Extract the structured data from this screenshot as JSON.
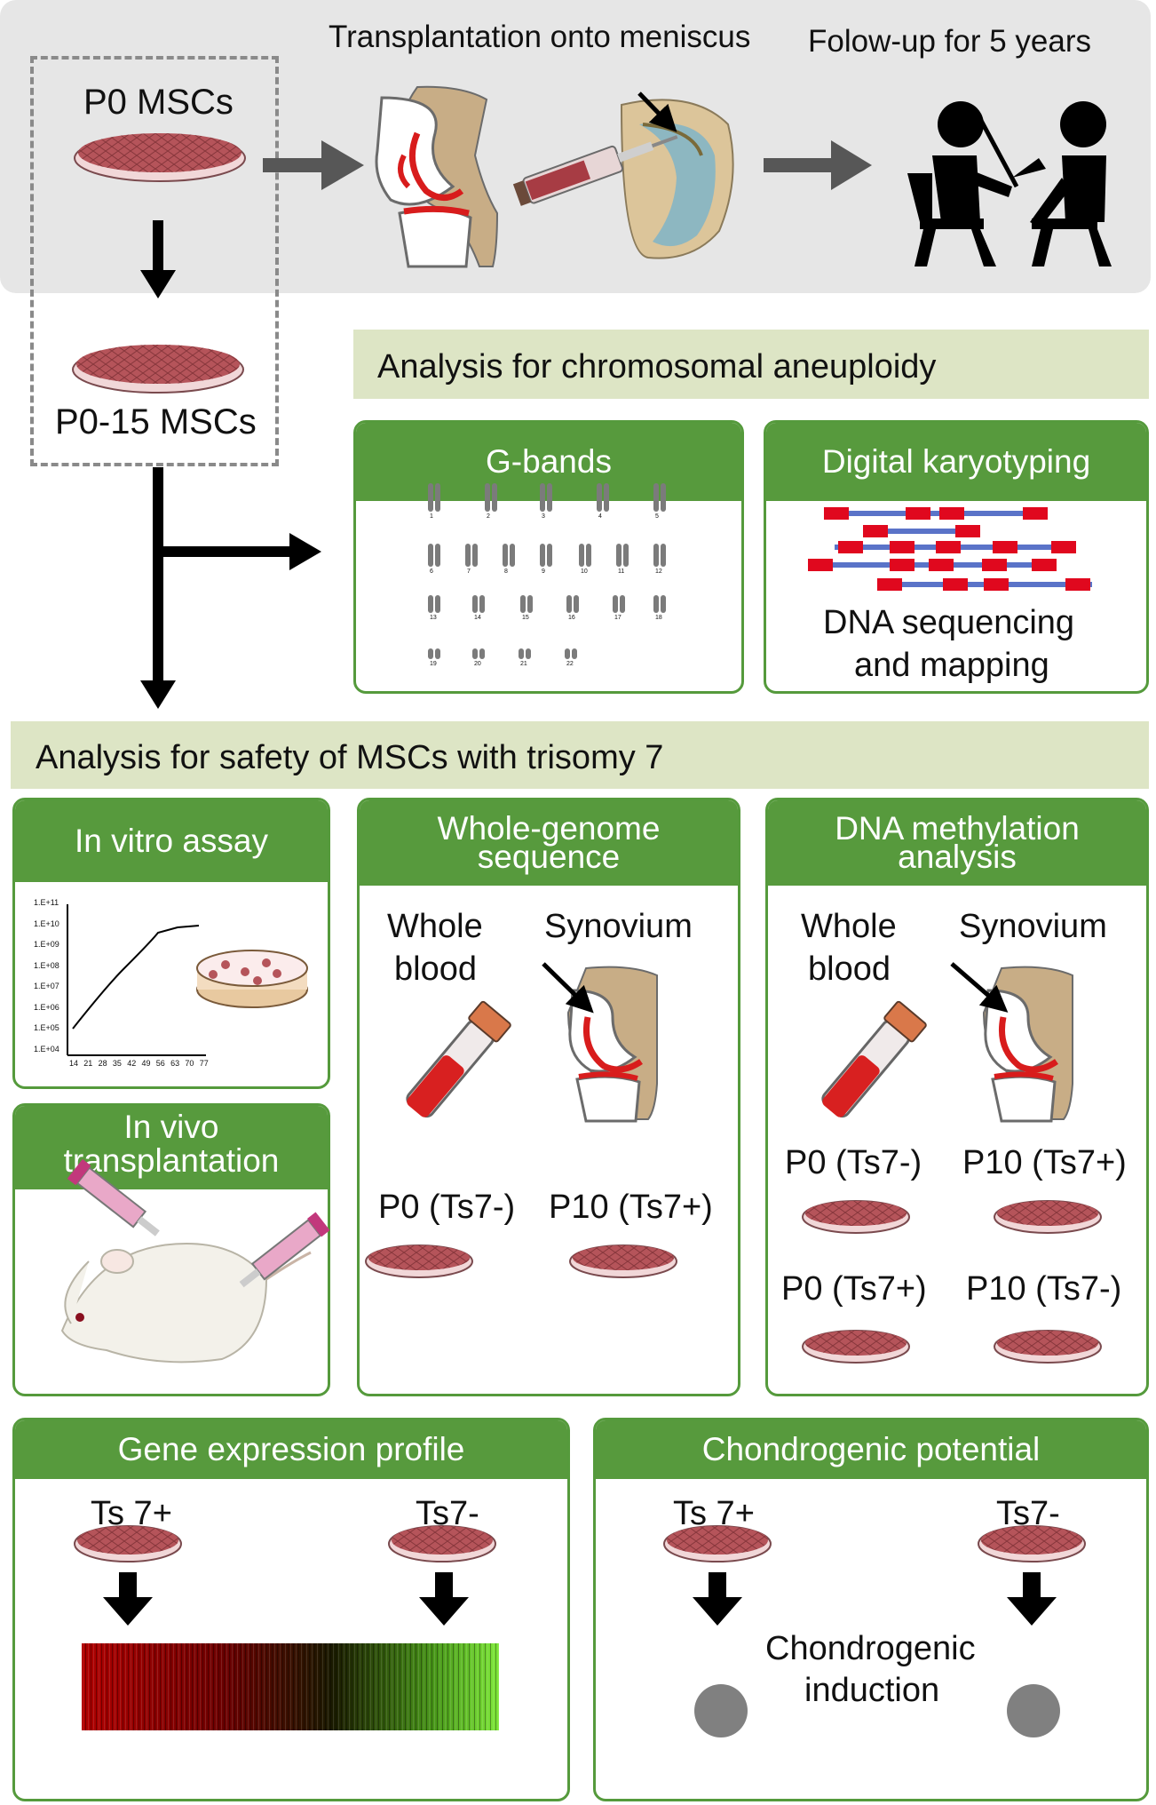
{
  "top": {
    "p0_label": "P0 MSCs",
    "p015_label": "P0-15 MSCs",
    "transplant_label": "Transplantation onto meniscus",
    "followup_label": "Folow-up for 5 years"
  },
  "aneuploidy": {
    "title": "Analysis for chromosomal aneuploidy",
    "gbands_title": "G-bands",
    "karyotype_numbers": [
      "1",
      "2",
      "3",
      "4",
      "5",
      "6",
      "7",
      "8",
      "9",
      "10",
      "11",
      "12",
      "13",
      "14",
      "15",
      "16",
      "17",
      "18",
      "19",
      "20",
      "21",
      "22"
    ],
    "digital_title": "Digital karyotyping",
    "digital_caption_1": "DNA sequencing",
    "digital_caption_2": "and mapping"
  },
  "safety": {
    "title": "Analysis for safety of MSCs with trisomy 7",
    "invitro_title": "In vitro assay",
    "invitro_yticks": [
      "1.E+11",
      "1.E+10",
      "1.E+09",
      "1.E+08",
      "1.E+07",
      "1.E+06",
      "1.E+05",
      "1.E+04"
    ],
    "invitro_xticks": [
      "14",
      "21",
      "28",
      "35",
      "42",
      "49",
      "56",
      "63",
      "70",
      "77"
    ],
    "invivo_title_1": "In vivo",
    "invivo_title_2": "transplantation",
    "wgs_title_1": "Whole-genome",
    "wgs_title_2": "sequence",
    "wgs_whole_1": "Whole",
    "wgs_whole_2": "blood",
    "wgs_synovium": "Synovium",
    "wgs_p0": "P0 (Ts7-)",
    "wgs_p10": "P10 (Ts7+)",
    "meth_title_1": "DNA methylation",
    "meth_title_2": "analysis",
    "meth_whole_1": "Whole",
    "meth_whole_2": "blood",
    "meth_synovium": "Synovium",
    "meth_p0_neg": "P0 (Ts7-)",
    "meth_p10_pos": "P10 (Ts7+)",
    "meth_p0_pos": "P0 (Ts7+)",
    "meth_p10_neg": "P10 (Ts7-)"
  },
  "gene": {
    "title": "Gene expression profile",
    "left_label": "Ts 7+",
    "right_label": "Ts7-"
  },
  "chondro": {
    "title": "Chondrogenic potential",
    "left_label": "Ts 7+",
    "right_label": "Ts7-",
    "induction_1": "Chondrogenic",
    "induction_2": "induction"
  },
  "colors": {
    "panel_green": "#579a3d",
    "section_bar": "#dde5c5",
    "dish_pink": "#b5545a",
    "chromosome_line": "#5a73c8",
    "chromosome_block": "#e0081e",
    "heatmap_low": "#b00000",
    "heatmap_high": "#7fe83a"
  }
}
